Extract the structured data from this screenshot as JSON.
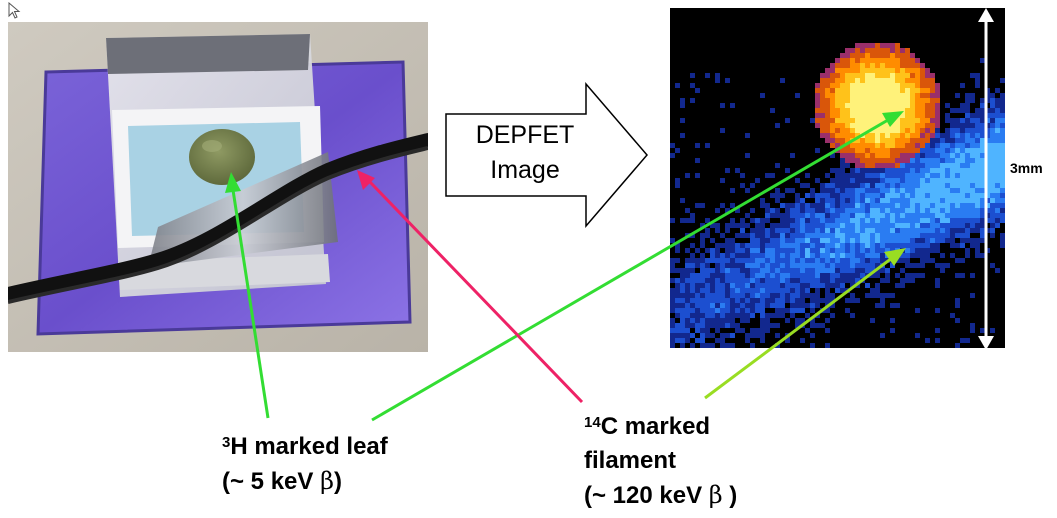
{
  "arrow": {
    "line1": "DEPFET",
    "line2": "Image"
  },
  "scale_bar": {
    "label": "3mm"
  },
  "captions": {
    "leaf": {
      "isotope_mass": "3",
      "isotope_rest": "H marked leaf",
      "energy_prefix": "(~ 5 keV ",
      "beta": "β",
      "energy_suffix": ")"
    },
    "filament": {
      "isotope_mass": "14",
      "isotope_rest": "C marked",
      "line2": "filament",
      "energy_prefix": "(~ 120 keV ",
      "beta": "β",
      "energy_suffix": " )"
    }
  },
  "pointer_colors": {
    "leaf": "#33dd33",
    "filament_photo": "#ee2266",
    "filament_image": "#99dd22"
  }
}
